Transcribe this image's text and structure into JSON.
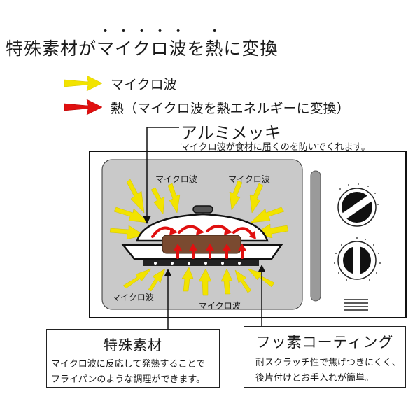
{
  "title": {
    "text": "特殊素材がマイクロ波を熱に変換",
    "dotted_chars": "マイクロ波熱"
  },
  "legend": [
    {
      "label": "マイクロ波",
      "color": "#f2e300"
    },
    {
      "label": "熱（マイクロ波を熱エネルギーに変換）",
      "color": "#e01010"
    }
  ],
  "aluminum": {
    "title": "アルミメッキ",
    "desc": "マイクロ波が食材に届くのを防いでくれます。"
  },
  "microwave_labels": {
    "top_left": "マイクロ波",
    "top_right": "マイクロ波",
    "bottom_left": "マイクロ波",
    "bottom_center": "マイクロ波"
  },
  "special_material": {
    "title": "特殊素材",
    "line1": "マイクロ波に反応して発熱することで",
    "line2": "フライパンのような調理ができます。"
  },
  "fluorine_coating": {
    "title": "フッ素コーティング",
    "line1": "耐スクラッチ性で焦げつきにくく、",
    "line2": "後片付けとお手入れが簡単。"
  },
  "colors": {
    "microwave_arrow": "#f2e300",
    "heat_arrow": "#e01010",
    "oven_body": "#ffffff",
    "oven_window": "#c9c9c9",
    "food": "#7a4a30"
  }
}
